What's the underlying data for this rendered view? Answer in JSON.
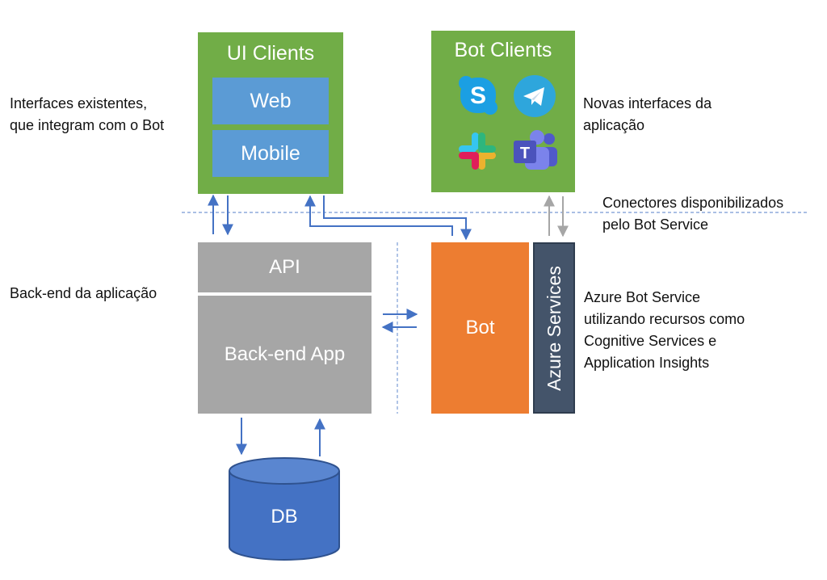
{
  "ui_clients": {
    "title": "UI Clients",
    "web": "Web",
    "mobile": "Mobile"
  },
  "bot_clients": {
    "title": "Bot Clients",
    "icons": [
      "skype-icon",
      "telegram-icon",
      "slack-icon",
      "teams-icon"
    ]
  },
  "notes": {
    "existing_line1": "Interfaces existentes,",
    "existing_line2": "que integram com o Bot",
    "new_line1": "Novas interfaces da",
    "new_line2": "aplicação",
    "connectors_line1": "Conectores disponibilizados",
    "connectors_line2": "pelo Bot Service",
    "backend": "Back-end da aplicação",
    "azure_line1": "Azure Bot Service",
    "azure_line2": "utilizando recursos como",
    "azure_line3": "Cognitive Services e",
    "azure_line4": "Application Insights"
  },
  "backend": {
    "api": "API",
    "app": "Back-end App"
  },
  "bot": {
    "label": "Bot"
  },
  "azure": {
    "label": "Azure Services"
  },
  "db": {
    "label": "DB"
  },
  "colors": {
    "panel_green": "#71ad47",
    "inner_blue": "#5b9bd5",
    "backend_grey": "#a6a6a6",
    "bot_orange": "#ed7d31",
    "azure_navy": "#44546a",
    "db_blue": "#4472c4",
    "arrow_blue": "#4472c4",
    "arrow_grey": "#a6a6a6"
  }
}
